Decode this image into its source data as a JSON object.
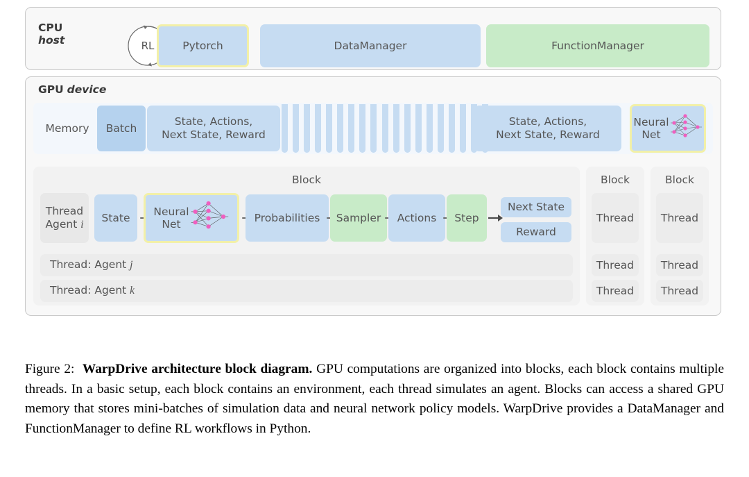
{
  "cpu": {
    "label_line1": "CPU",
    "label_line2": "host",
    "rl_circle": "RL",
    "boxes": [
      {
        "label": "Pytorch",
        "color": "blue",
        "highlight": true
      },
      {
        "label": "DataManager",
        "color": "blue",
        "highlight": false
      },
      {
        "label": "FunctionManager",
        "color": "green",
        "highlight": false
      }
    ]
  },
  "gpu": {
    "label_line1": "GPU",
    "label_line2": "device",
    "memory": {
      "label": "Memory",
      "batch_label": "Batch",
      "data_left_line1": "State, Actions,",
      "data_left_line2": "Next State, Reward",
      "data_right_line1": "State, Actions,",
      "data_right_line2": "Next State, Reward",
      "neural_net_line1": "Neural",
      "neural_net_line2": "Net",
      "stripe_count": 19
    },
    "block_main": {
      "title": "Block",
      "thread_agent_i_line1": "Thread",
      "thread_agent_i_line2": "Agent i",
      "pipeline": [
        {
          "label": "State",
          "color": "blue",
          "highlight": false
        },
        {
          "label": "Neural Net",
          "color": "blue",
          "highlight": true,
          "icon": "neural-net-icon"
        },
        {
          "label": "Probabilities",
          "color": "blue",
          "highlight": false
        },
        {
          "label": "Sampler",
          "color": "green",
          "highlight": false
        },
        {
          "label": "Actions",
          "color": "blue",
          "highlight": false
        },
        {
          "label": "Step",
          "color": "green",
          "highlight": false
        }
      ],
      "outputs": [
        {
          "label": "Next State",
          "color": "blue"
        },
        {
          "label": "Reward",
          "color": "blue"
        }
      ],
      "other_threads": [
        "Thread: Agent j",
        "Thread: Agent k"
      ]
    },
    "block_columns": [
      {
        "title": "Block",
        "threads": [
          "Thread",
          "Thread",
          "Thread"
        ]
      },
      {
        "title": "Block",
        "threads": [
          "Thread",
          "Thread",
          "Thread"
        ]
      }
    ]
  },
  "caption": {
    "figure_number": "Figure 2:",
    "bold_title": "WarpDrive architecture block diagram.",
    "body": " GPU computations are organized into blocks, each block contains multiple threads. In a basic setup, each block contains an environment, each thread simulates an agent. Blocks can access a shared GPU memory that stores mini-batches of simulation data and neural network policy models. WarpDrive provides a DataManager and FunctionManager to define RL workflows in Python."
  },
  "colors": {
    "blue": "#c6dcf2",
    "blue_dark": "#b5d2ee",
    "green": "#c8ebc8",
    "highlight_outline": "#f2f0a8",
    "grey": "#e8e8e8",
    "neural_net_node": "#ef5fc0"
  }
}
